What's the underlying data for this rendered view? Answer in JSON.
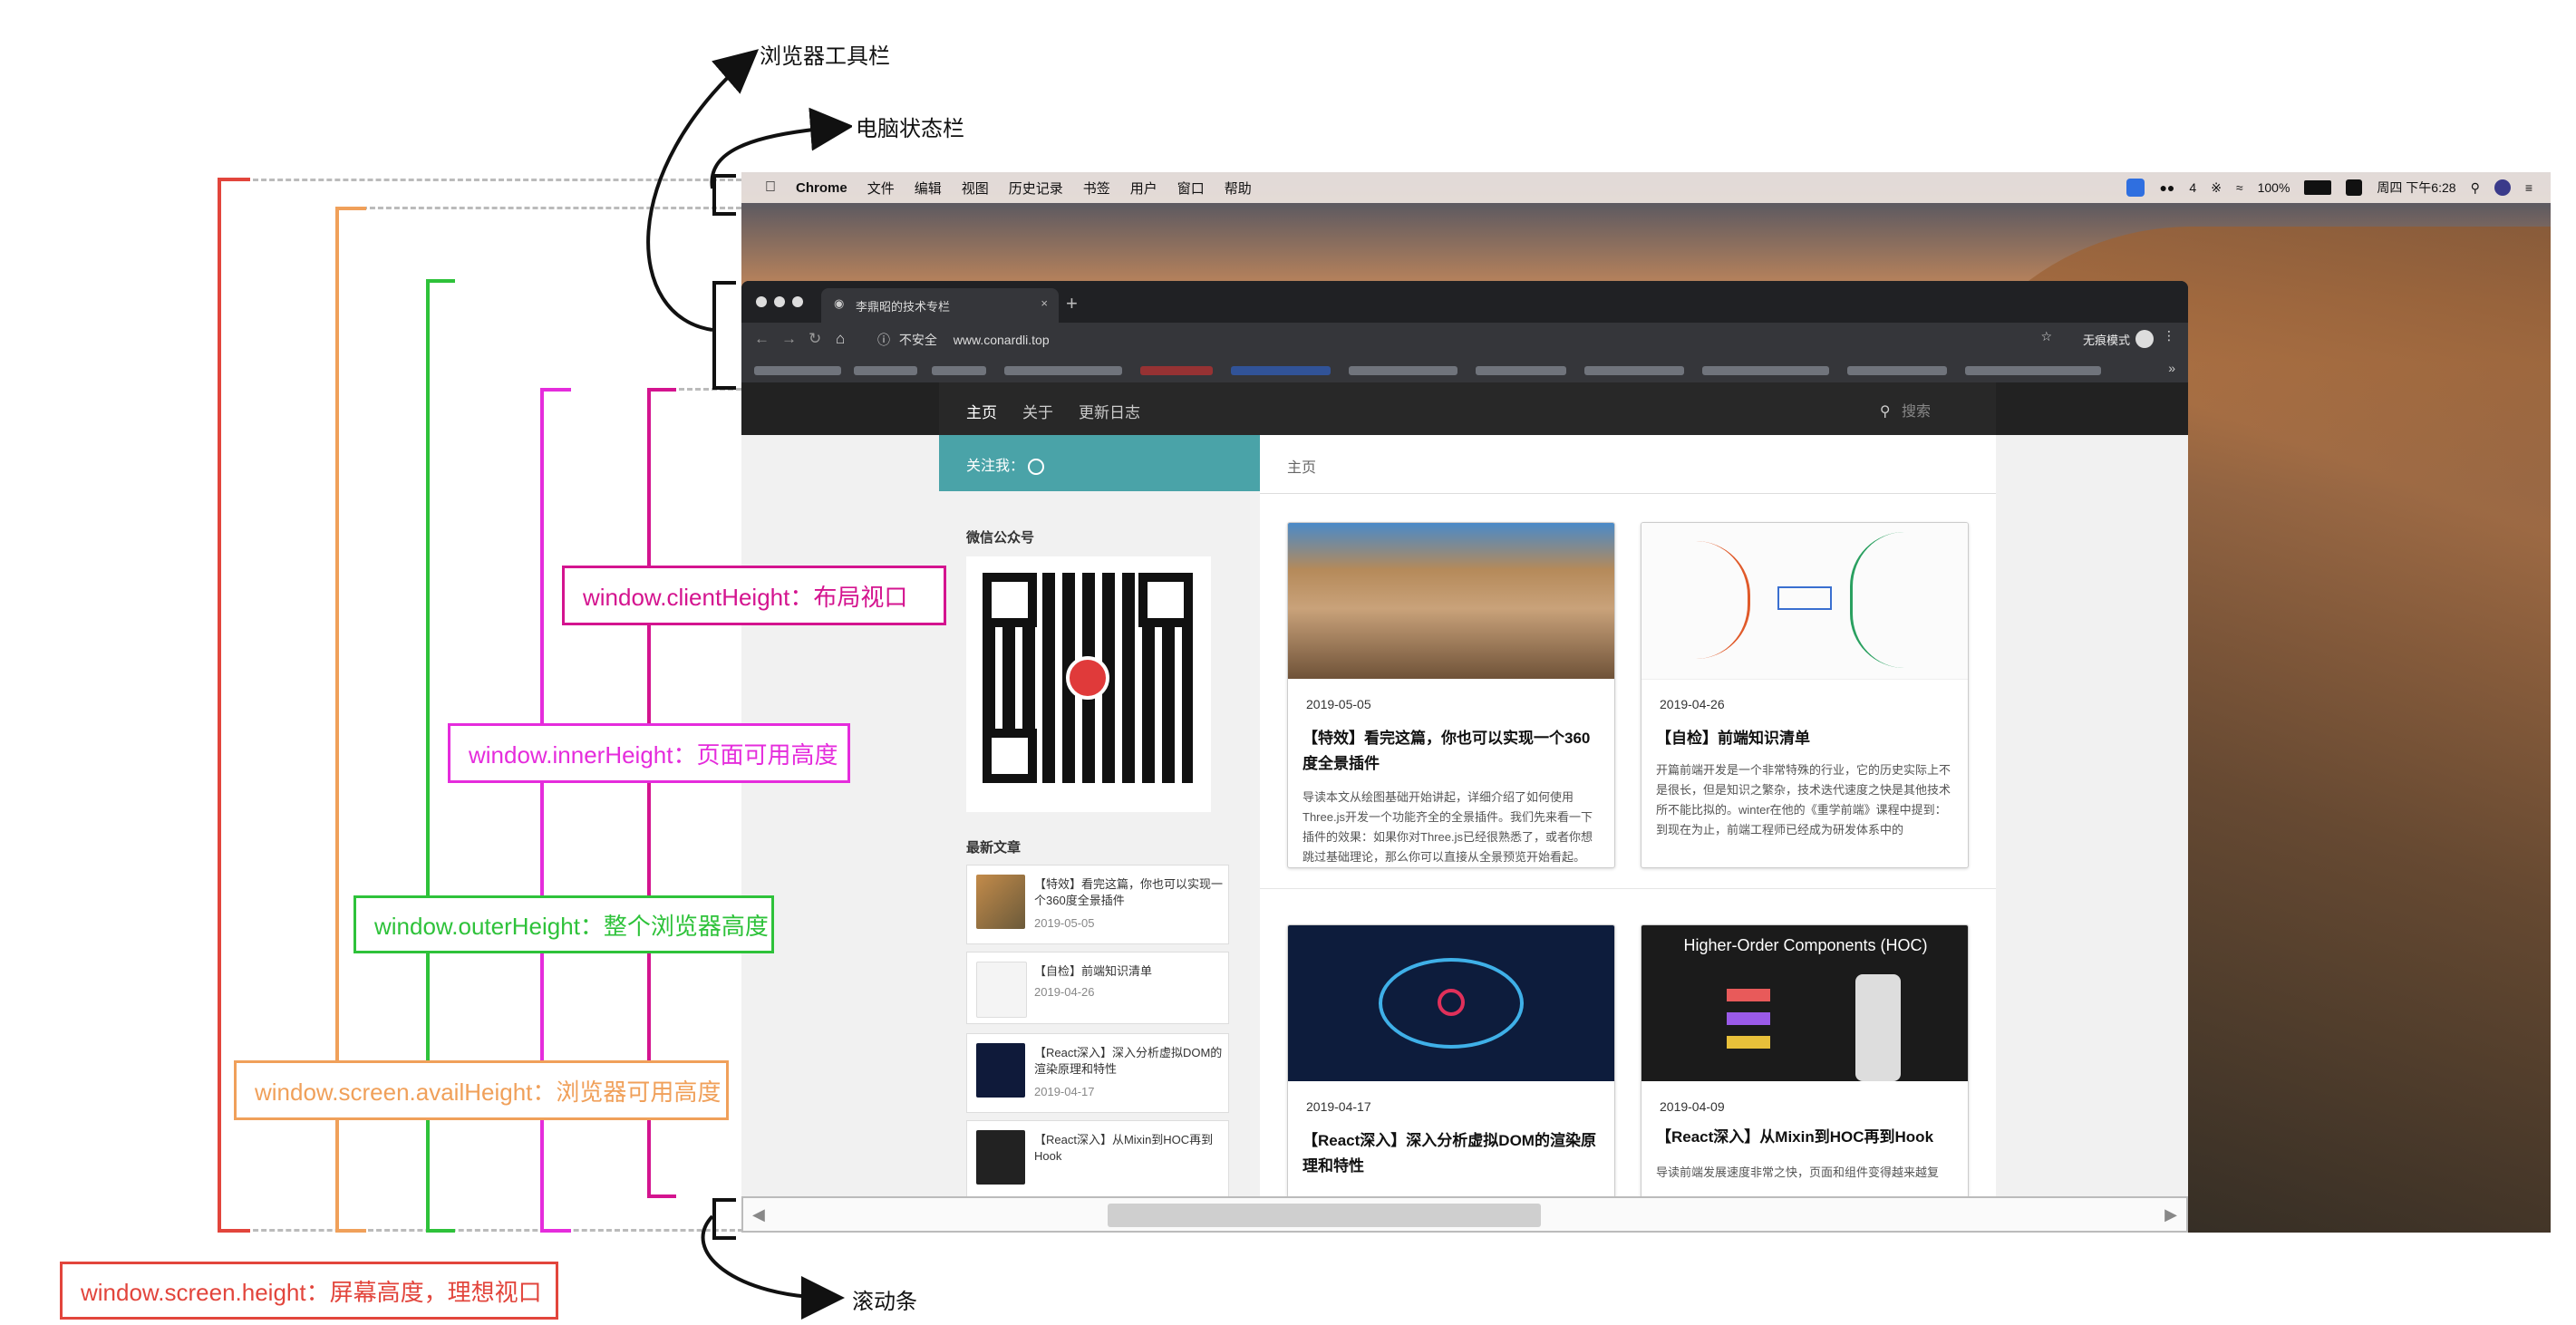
{
  "annotations": {
    "browser_toolbar": "浏览器工具栏",
    "status_bar": "电脑状态栏",
    "scrollbar": "滚动条",
    "client_height": "window.clientHeight：布局视口",
    "inner_height": "window.innerHeight：页面可用高度",
    "outer_height": "window.outerHeight：整个浏览器高度",
    "avail_height": "window.screen.availHeight：浏览器可用高度",
    "screen_height": "window.screen.height：屏幕高度，理想视口"
  },
  "colors": {
    "screen_height": "#e2453c",
    "avail_height": "#f0a05a",
    "outer_height": "#2ec23a",
    "inner_height": "#e52cdc",
    "client_height": "#d4148f",
    "accent_teal": "#4aa3a8"
  },
  "menubar": {
    "items": [
      "Chrome",
      "文件",
      "编辑",
      "视图",
      "历史记录",
      "书签",
      "用户",
      "窗口",
      "帮助"
    ],
    "status_right": {
      "wechat_count": "4",
      "battery": "100%",
      "datetime": "周四 下午6:28"
    }
  },
  "browser": {
    "tab_title": "李鼎昭的技术专栏",
    "tab_close": "×",
    "new_tab": "+",
    "security": "不安全",
    "url": "www.conardli.top",
    "incognito": "无痕模式"
  },
  "site": {
    "nav": [
      "主页",
      "关于",
      "更新日志"
    ],
    "search_placeholder": "搜索",
    "follow": "关注我：",
    "breadcrumb": "主页",
    "wechat_title": "微信公众号",
    "recent_title": "最新文章",
    "recent": [
      {
        "title": "【特效】看完这篇，你也可以实现一个360度全景插件",
        "date": "2019-05-05"
      },
      {
        "title": "【自检】前端知识清单",
        "date": "2019-04-26"
      },
      {
        "title": "【React深入】深入分析虚拟DOM的渲染原理和特性",
        "date": "2019-04-17"
      },
      {
        "title": "【React深入】从Mixin到HOC再到Hook",
        "date": ""
      }
    ],
    "posts": [
      {
        "date": "2019-05-05",
        "title": "【特效】看完这篇，你也可以实现一个360度全景插件",
        "excerpt": "导读本文从绘图基础开始讲起，详细介绍了如何使用Three.js开发一个功能齐全的全景插件。我们先来看一下插件的效果：如果你对Three.js已经很熟悉了，或者你想跳过基础理论，那么你可以直接从全景预览开始看起。"
      },
      {
        "date": "2019-04-26",
        "title": "【自检】前端知识清单",
        "excerpt": "开篇前端开发是一个非常特殊的行业，它的历史实际上不是很长，但是知识之繁杂，技术迭代速度之快是其他技术所不能比拟的。winter在他的《重学前端》课程中提到：到现在为止，前端工程师已经成为研发体系中的"
      },
      {
        "date": "2019-04-17",
        "title": "【React深入】深入分析虚拟DOM的渲染原理和特性",
        "excerpt": ""
      },
      {
        "date": "2019-04-09",
        "title": "【React深入】从Mixin到HOC再到Hook",
        "excerpt": "导读前端发展速度非常之快，页面和组件变得越来越复"
      }
    ],
    "hoc_banner": "Higher-Order Components (HOC)"
  }
}
